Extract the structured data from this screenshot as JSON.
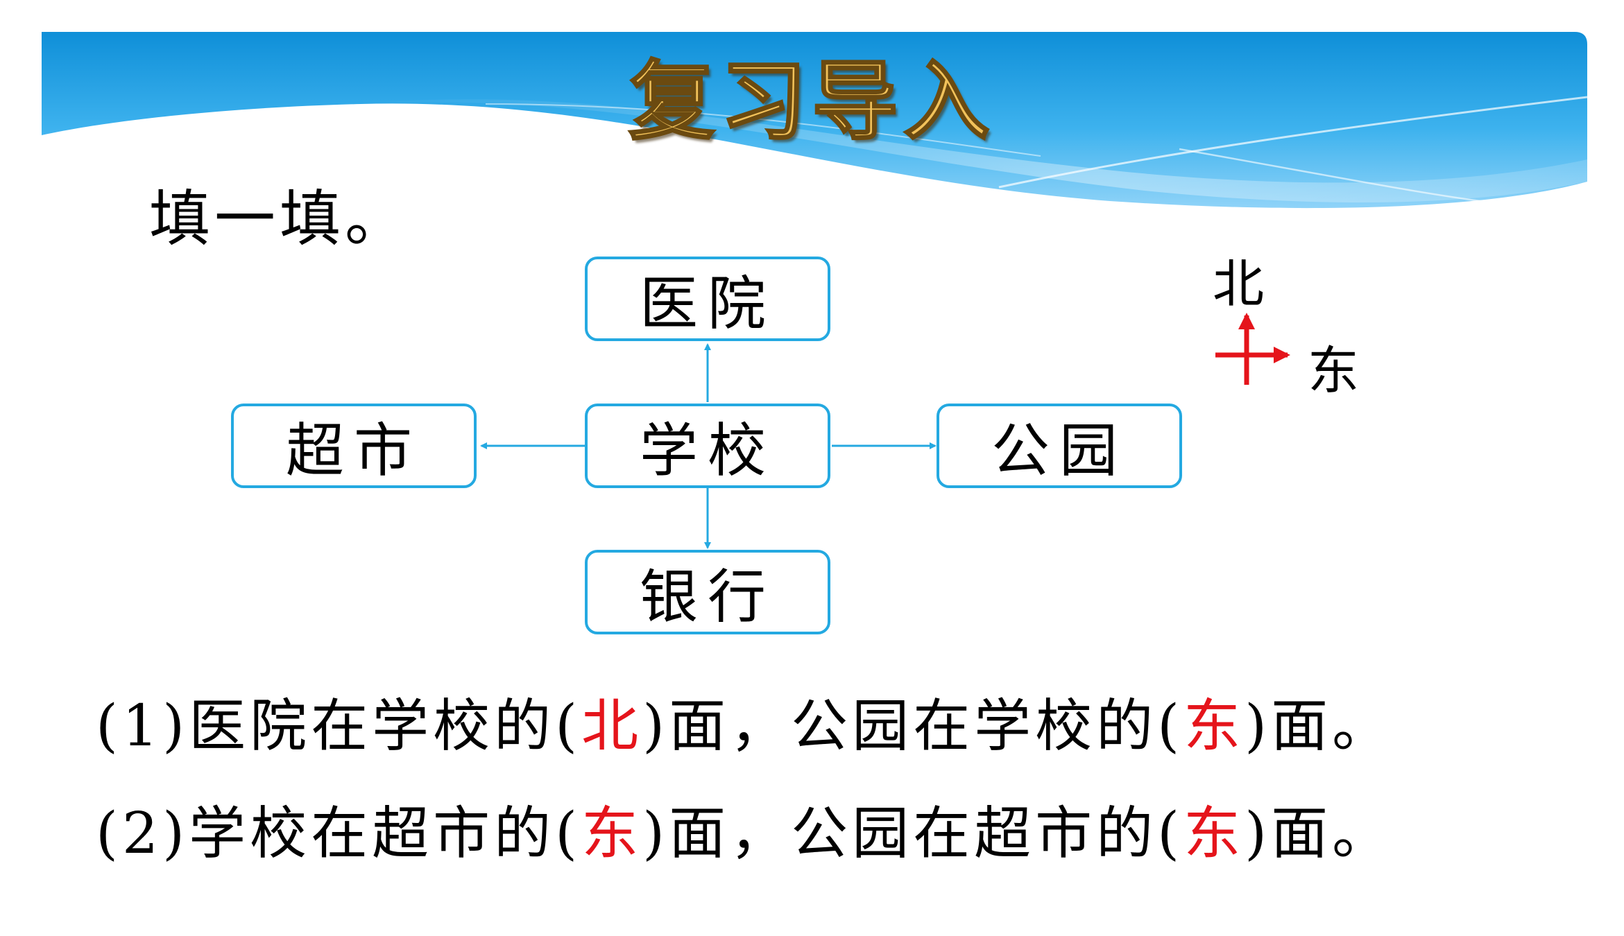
{
  "header": {
    "title": "复习导入"
  },
  "instruction": "填一填。",
  "diagram": {
    "center": "学校",
    "north": "医院",
    "west": "超市",
    "east": "公园",
    "south": "银行"
  },
  "compass": {
    "north_label": "北",
    "east_label": "东",
    "color": "#e5141b"
  },
  "questions": [
    {
      "num": "(1)",
      "part1": "医院在学校的(",
      "ans1": "北",
      "part2": ")面，公园在学校的(",
      "ans2": "东",
      "part3": ")面。"
    },
    {
      "num": "(2)",
      "part1": "学校在超市的(",
      "ans1": "东",
      "part2": ")面，公园在超市的(",
      "ans2": "东",
      "part3": ")面。"
    }
  ],
  "colors": {
    "header_blue": "#1b9be0",
    "box_border": "#24a9e1",
    "answer_red": "#e5141b",
    "title_gold": "#f2c25a"
  }
}
